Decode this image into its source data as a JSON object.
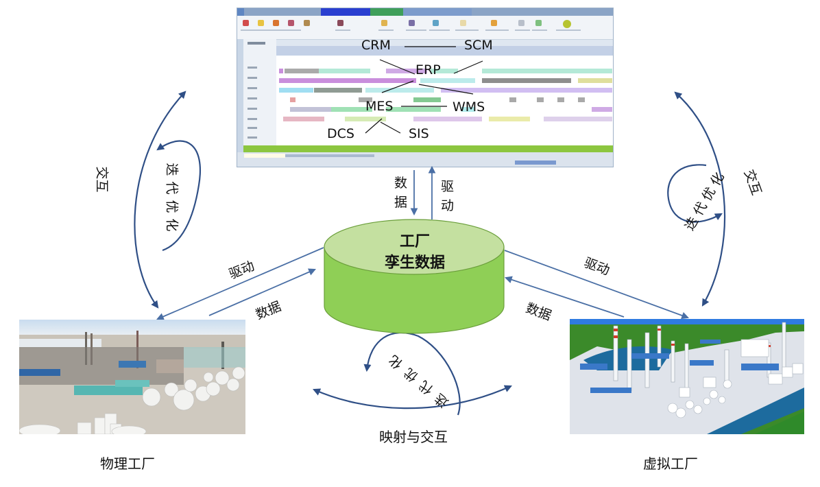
{
  "diagram": {
    "systems_panel": {
      "systems": {
        "crm": "CRM",
        "scm": "SCM",
        "erp": "ERP",
        "mes": "MES",
        "wms": "WMS",
        "dcs": "DCS",
        "sis": "SIS"
      }
    },
    "center": {
      "line1": "工厂",
      "line2": "孪生数据"
    },
    "top_links": {
      "data": "数据",
      "drive": "驱动"
    },
    "left_links": {
      "drive": "驱动",
      "data": "数据"
    },
    "right_links": {
      "drive": "驱动",
      "data": "数据"
    },
    "left_loop": {
      "outer": "交互",
      "inner": "迭代优化"
    },
    "right_loop": {
      "outer": "交互",
      "inner": "迭代优化"
    },
    "bottom_loop": {
      "inner": "迭代优化",
      "outer": "映射与交互"
    },
    "physical_factory": {
      "caption": "物理工厂",
      "image": "refinery-photo"
    },
    "virtual_factory": {
      "caption": "虚拟工厂",
      "image": "3d-plant-model"
    },
    "colors": {
      "arrow": "#4a6fa5",
      "loop_arrow": "#2f4f86",
      "cylinder_top": "#c4e0a0",
      "cylinder_side": "#8fcf56",
      "cylinder_border": "#6a9e3a"
    }
  }
}
